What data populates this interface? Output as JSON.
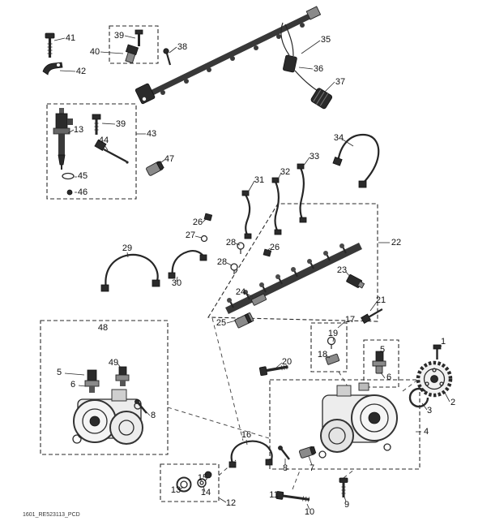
{
  "figure": {
    "caption": "1601_RE523113_PCD"
  },
  "colors": {
    "background": "#ffffff",
    "ink": "#1c1c1c",
    "dark_part_fill": "#2b2b2b",
    "light_part_fill": "#ededed"
  },
  "callouts": [
    {
      "label": "41"
    },
    {
      "label": "42"
    },
    {
      "label": "39"
    },
    {
      "label": "40"
    },
    {
      "label": "38"
    },
    {
      "label": "35"
    },
    {
      "label": "36"
    },
    {
      "label": "37"
    },
    {
      "label": "34"
    },
    {
      "label": "43"
    },
    {
      "label": "39"
    },
    {
      "label": "13"
    },
    {
      "label": "44"
    },
    {
      "label": "45"
    },
    {
      "label": "46"
    },
    {
      "label": "47"
    },
    {
      "label": "33"
    },
    {
      "label": "32"
    },
    {
      "label": "31"
    },
    {
      "label": "22"
    },
    {
      "label": "26"
    },
    {
      "label": "27"
    },
    {
      "label": "28"
    },
    {
      "label": "28"
    },
    {
      "label": "26"
    },
    {
      "label": "29"
    },
    {
      "label": "30"
    },
    {
      "label": "24"
    },
    {
      "label": "23"
    },
    {
      "label": "25"
    },
    {
      "label": "21"
    },
    {
      "label": "17"
    },
    {
      "label": "19"
    },
    {
      "label": "18"
    },
    {
      "label": "5"
    },
    {
      "label": "6"
    },
    {
      "label": "1"
    },
    {
      "label": "2"
    },
    {
      "label": "3"
    },
    {
      "label": "48"
    },
    {
      "label": "49"
    },
    {
      "label": "5"
    },
    {
      "label": "6"
    },
    {
      "label": "8"
    },
    {
      "label": "20"
    },
    {
      "label": "4"
    },
    {
      "label": "16"
    },
    {
      "label": "15"
    },
    {
      "label": "14"
    },
    {
      "label": "13"
    },
    {
      "label": "12"
    },
    {
      "label": "8"
    },
    {
      "label": "7"
    },
    {
      "label": "11"
    },
    {
      "label": "10"
    },
    {
      "label": "9"
    }
  ]
}
